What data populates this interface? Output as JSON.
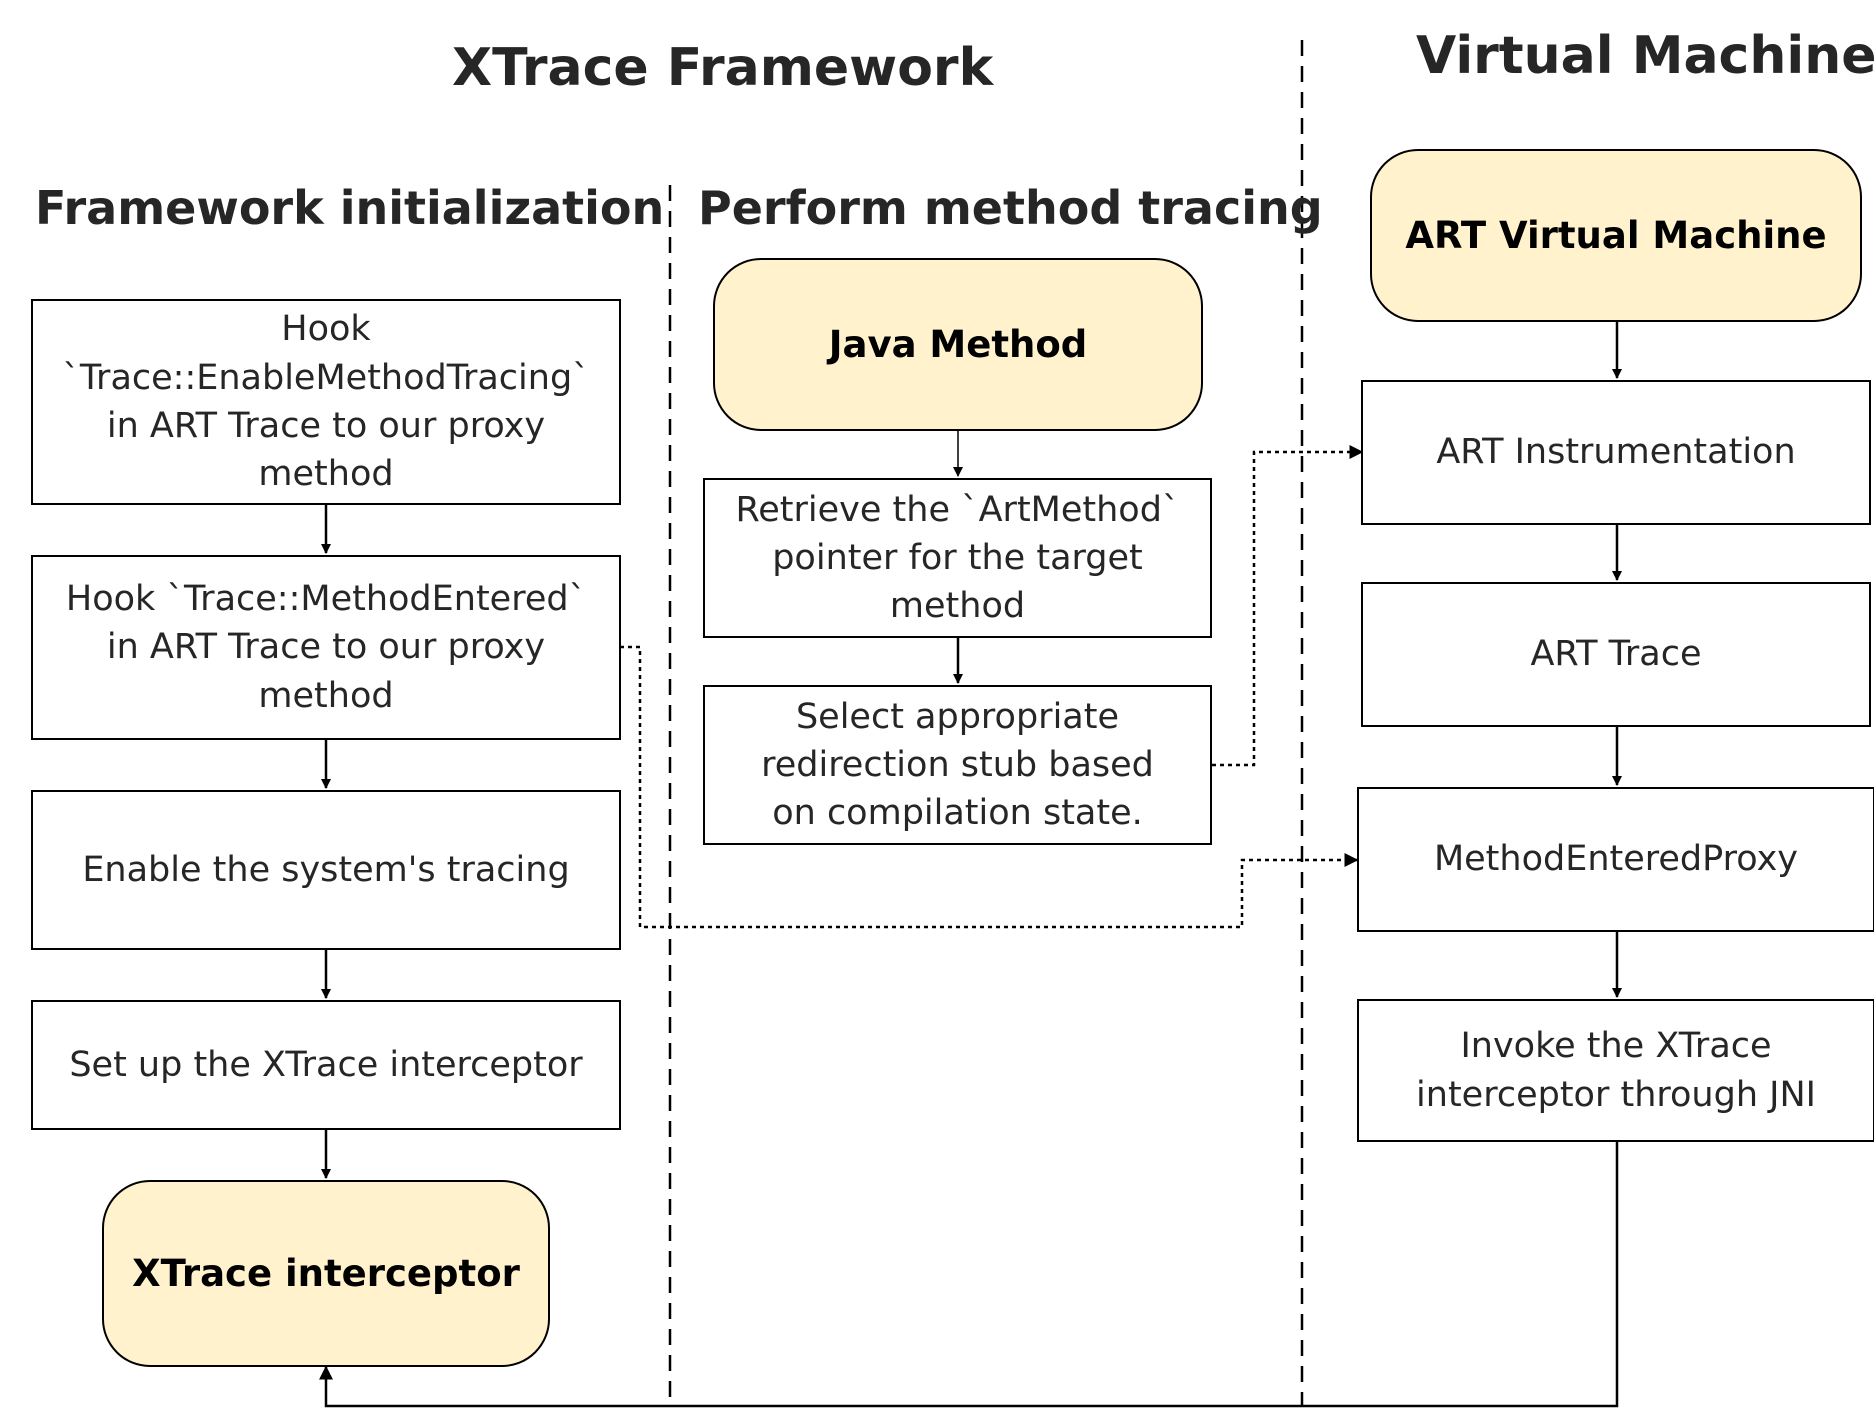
{
  "titles": {
    "framework": "XTrace Framework",
    "virtual_machine": "Virtual Machine",
    "init_column": "Framework initialization",
    "tracing_column": "Perform method tracing"
  },
  "init_steps": {
    "hook_enable": "Hook\n`Trace::EnableMethodTracing`\nin ART Trace to our proxy\nmethod",
    "hook_entered": "Hook `Trace::MethodEntered`\nin ART Trace to our proxy\nmethod",
    "enable_tracing": "Enable the system's tracing",
    "setup_interceptor": "Set up the XTrace interceptor",
    "interceptor": "XTrace interceptor"
  },
  "tracing_steps": {
    "java_method": "Java Method",
    "retrieve_artmethod": "Retrieve the `ArtMethod`\npointer for the target\nmethod",
    "select_stub": "Select appropriate\nredirection stub based\non compilation state."
  },
  "vm_steps": {
    "art_vm": "ART Virtual Machine",
    "instrumentation": "ART Instrumentation",
    "art_trace": "ART Trace",
    "entered_proxy": "MethodEnteredProxy",
    "invoke_jni": "Invoke the XTrace\ninterceptor through JNI"
  },
  "colors": {
    "highlight_fill": "#fff2cc",
    "stroke": "#000000",
    "text": "#262626"
  }
}
